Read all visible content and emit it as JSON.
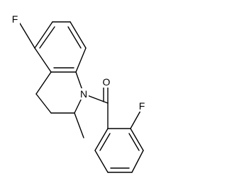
{
  "molecule": {
    "atoms": {
      "fluorine_ring": "F",
      "nitrogen": "N",
      "oxygen": "O",
      "fluorine_benzoyl": "F"
    }
  }
}
